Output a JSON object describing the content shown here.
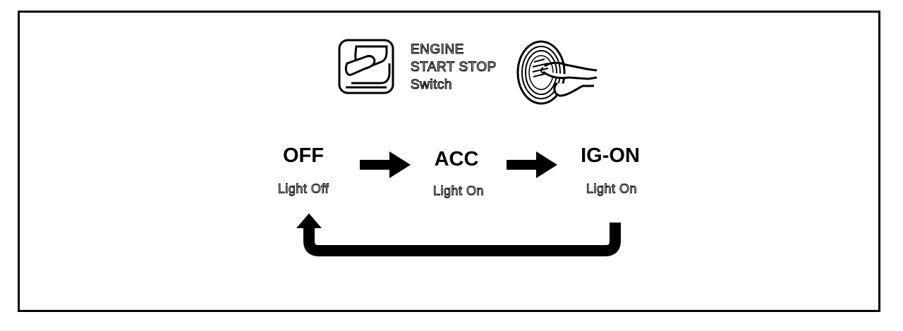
{
  "switch_label": {
    "line1": "ENGINE",
    "line2": "START STOP",
    "line3": "Switch"
  },
  "states": [
    {
      "label": "OFF",
      "sublabel": "Light Off"
    },
    {
      "label": "ACC",
      "sublabel": "Light On"
    },
    {
      "label": "IG-ON",
      "sublabel": "Light On"
    }
  ],
  "icons": {
    "seat": "seat-icon",
    "button": "push-button-icon"
  }
}
